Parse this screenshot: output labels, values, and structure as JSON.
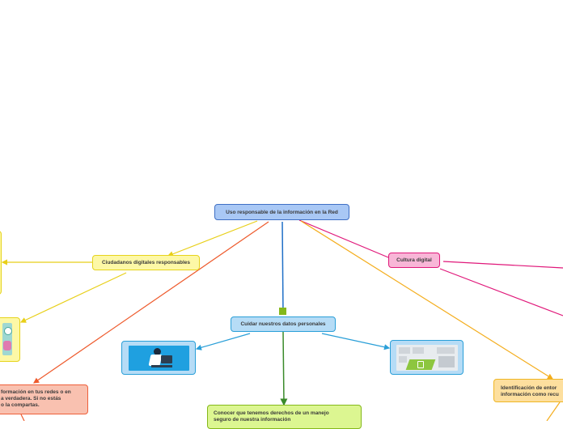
{
  "root": {
    "label": "Uso responsable de la información en la Red",
    "color": "#a9c8f5",
    "border": "#3f6fc4"
  },
  "branches": [
    {
      "id": "ciudadanos",
      "label": "Ciudadanos digitales responsables",
      "fill": "#fdf8a6",
      "border": "#e6d31c",
      "line": "#e8cf18"
    },
    {
      "id": "cultura",
      "label": "Cultura digital",
      "fill": "#f8b6d7",
      "border": "#e0187a",
      "line": "#e0187a"
    },
    {
      "id": "cuidar",
      "label": "Cuidar nuestros datos personales",
      "fill": "#b6dcf6",
      "border": "#2a9fd8",
      "line": "#1f6fc7"
    },
    {
      "id": "identificacion",
      "label": "Identificación de entornos... información como recu...",
      "lines": [
        "Identificación de entor",
        "información como recu"
      ],
      "fill": "#fddf9e",
      "border": "#f0b624",
      "line": "#f4ad1c"
    },
    {
      "id": "informacion",
      "lines": [
        "formación en tus redes o en",
        "a verdadera. Si no estás",
        "o la compartas."
      ],
      "fill": "#f9c1b0",
      "border": "#ee5f3a",
      "line": "#ee5a2c"
    },
    {
      "id": "conocer",
      "lines": [
        "Conocer que tenemos derechos de un manejo",
        "seguro de nuestra información"
      ],
      "fill": "#dcf691",
      "border": "#84b81a",
      "line": "#3a8a2a"
    }
  ],
  "images": [
    {
      "id": "laptop-image",
      "icon": "person-with-laptop-icon",
      "fill": "#b6dcf6",
      "border": "#2a9fd8"
    },
    {
      "id": "keyboard-image",
      "icon": "keyboard-lock-icon",
      "fill": "#b6dcf6",
      "border": "#2a9fd8"
    },
    {
      "id": "left-image",
      "icon": "person-icon",
      "fill": "#fdf8a6",
      "border": "#e6d31c"
    }
  ]
}
